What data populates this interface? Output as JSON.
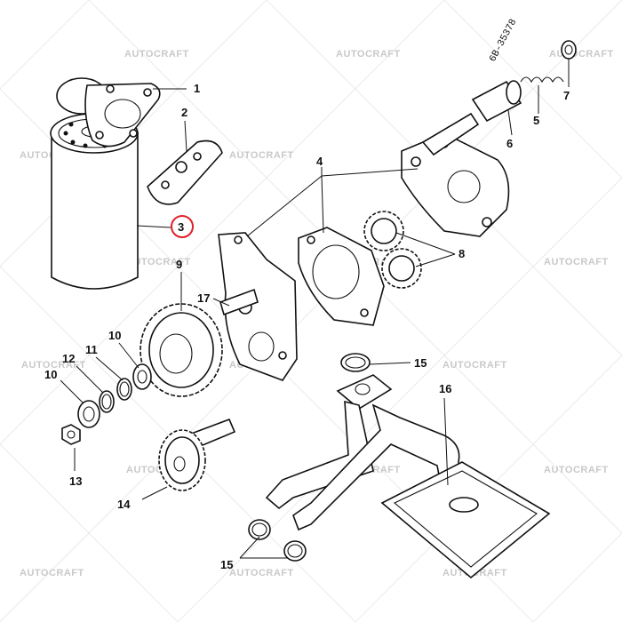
{
  "watermark": "AUTOCRAFT",
  "highlight_color": "#e0202a",
  "part_stamp": "6B-35378",
  "callouts": {
    "c1": "1",
    "c2": "2",
    "c3": "3",
    "c4": "4",
    "c5": "5",
    "c6": "6",
    "c7": "7",
    "c8": "8",
    "c9": "9",
    "c10a": "10",
    "c10b": "10",
    "c11": "11",
    "c12": "12",
    "c13": "13",
    "c14": "14",
    "c15a": "15",
    "c15b": "15",
    "c16": "16",
    "c17": "17"
  }
}
